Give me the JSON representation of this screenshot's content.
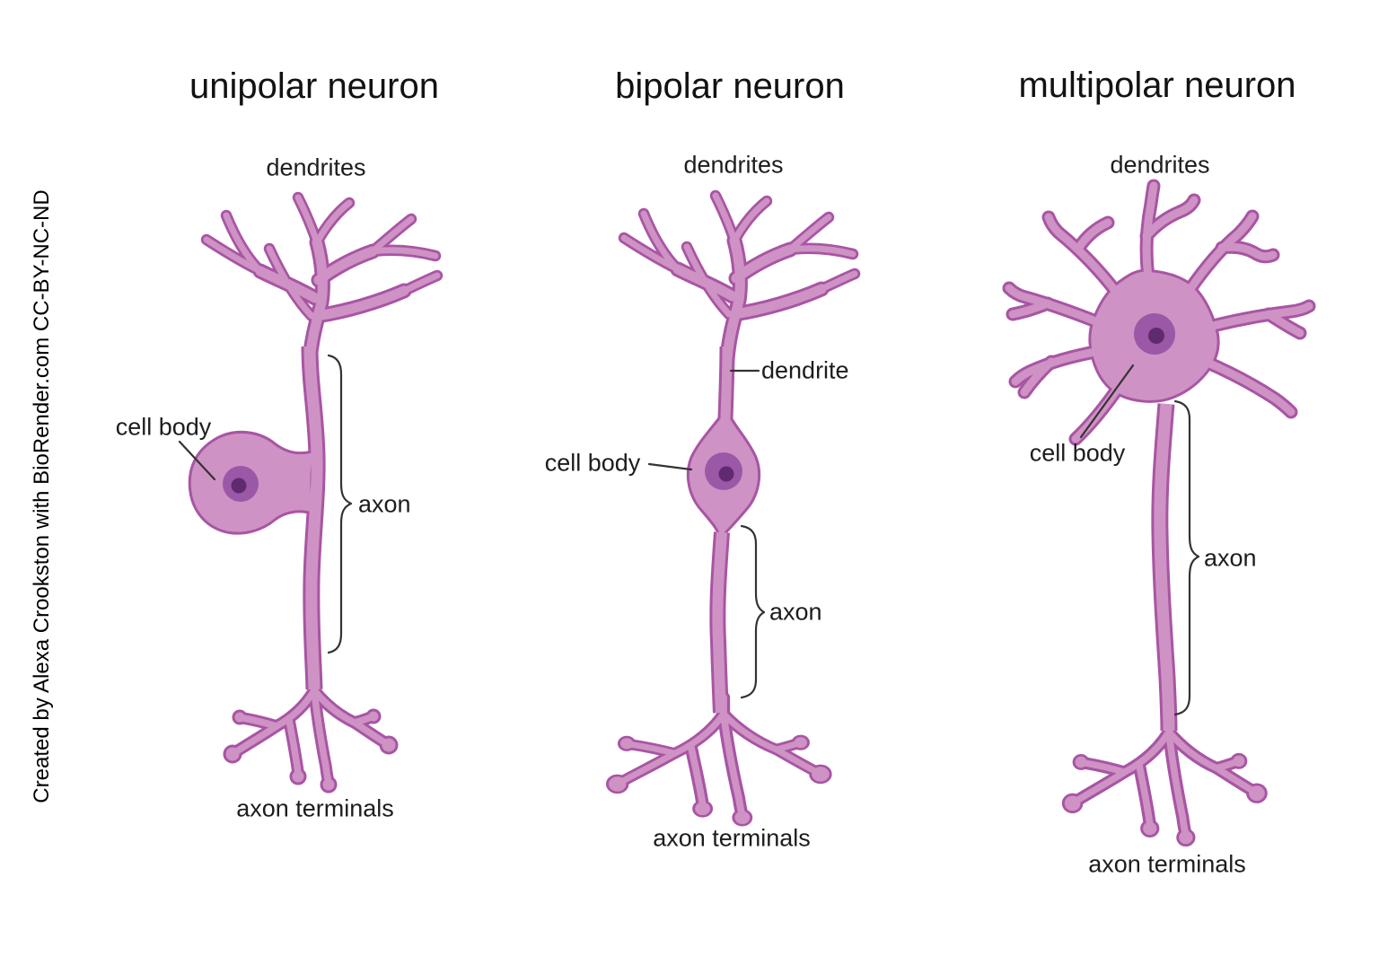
{
  "credit_text": "Created by Alexa Crookston with BioRender.com CC-BY-NC-ND",
  "colors": {
    "cell_fill": "#cf92c4",
    "cell_stroke": "#a855a4",
    "nucleus": "#9a58a7",
    "nucleolus": "#5f2a70",
    "label_text": "#1d1d1d",
    "annotation_line": "#333333",
    "background": "#ffffff"
  },
  "neurons": {
    "unipolar": {
      "title": "unipolar neuron",
      "labels": {
        "dendrites": "dendrites",
        "cell_body": "cell body",
        "axon": "axon",
        "axon_terminals": "axon terminals"
      }
    },
    "bipolar": {
      "title": "bipolar neuron",
      "labels": {
        "dendrites": "dendrites",
        "dendrite": "dendrite",
        "cell_body": "cell body",
        "axon": "axon",
        "axon_terminals": "axon terminals"
      }
    },
    "multipolar": {
      "title": "multipolar neuron",
      "labels": {
        "dendrites": "dendrites",
        "cell_body": "cell body",
        "axon": "axon",
        "axon_terminals": "axon terminals"
      }
    }
  }
}
